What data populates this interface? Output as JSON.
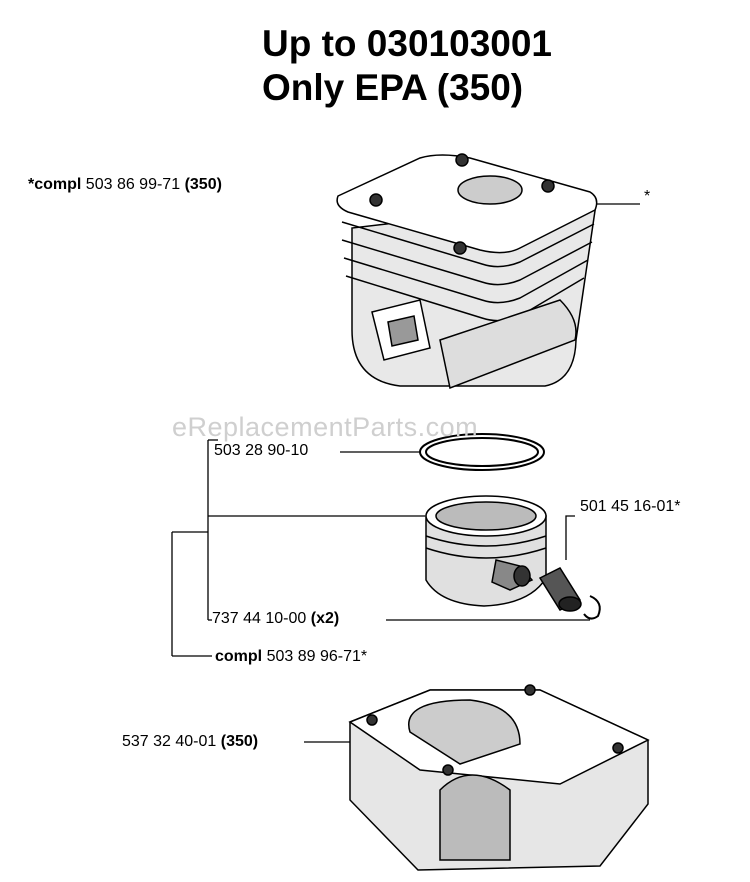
{
  "title": {
    "line1": "Up to 030103001",
    "line2": "Only EPA (350)"
  },
  "watermark": "eReplacementParts.com",
  "labels": {
    "cylinder": {
      "prefix": "*compl",
      "number": "503 86 99-71",
      "suffix": "(350)"
    },
    "asterisk": "*",
    "ring": {
      "number": "503 28 90-10"
    },
    "bearing": {
      "number": "501 45 16-01*"
    },
    "circlip": {
      "number": "737 44 10-00",
      "suffix": "(x2)"
    },
    "piston": {
      "prefix": "compl",
      "number": "503 89 96-71*"
    },
    "base": {
      "number": "537 32 40-01",
      "suffix": "(350)"
    }
  }
}
